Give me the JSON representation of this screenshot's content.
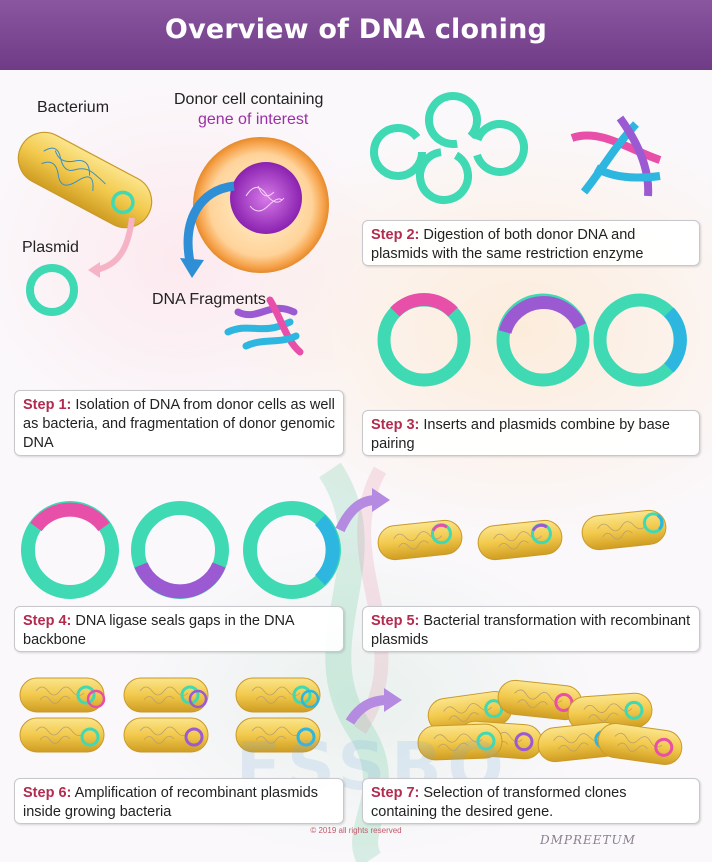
{
  "header": {
    "title": "Overview of DNA cloning"
  },
  "labels": {
    "bacterium": "Bacterium",
    "plasmid": "Plasmid",
    "donor_line1": "Donor cell containing",
    "donor_line2": "gene of interest",
    "dna_fragments": "DNA Fragments"
  },
  "steps": [
    {
      "heading": "Step 1:",
      "text": " Isolation of DNA from donor cells as well as bacteria, and fragmentation of donor genomic DNA"
    },
    {
      "heading": "Step 2:",
      "text": " Digestion of both donor DNA and plasmids with the same restriction enzyme"
    },
    {
      "heading": "Step 3:",
      "text": " Inserts and plasmids combine by base pairing"
    },
    {
      "heading": "Step 4:",
      "text": "  DNA ligase seals gaps in the DNA backbone"
    },
    {
      "heading": "Step 5:",
      "text": "  Bacterial transformation with recombinant plasmids"
    },
    {
      "heading": "Step 6:",
      "text": "  Amplification of recombinant plasmids inside growing bacteria"
    },
    {
      "heading": "Step 7:",
      "text": " Selection of transformed clones containing the desired gene."
    }
  ],
  "watermark": "ESSBO",
  "footer": {
    "copyright": "© 2019 all rights reserved",
    "signature": "DMPREETUM"
  },
  "colors": {
    "header": "#7a4590",
    "plasmid_teal": "#3fd9b4",
    "insert_pink": "#e84fa8",
    "insert_purple": "#9b5ad2",
    "insert_blue": "#2cb6e0",
    "bacterium_yellow": "#f2c94c",
    "step_heading": "#b32b4f",
    "arrow_purple": "#b48be0"
  }
}
